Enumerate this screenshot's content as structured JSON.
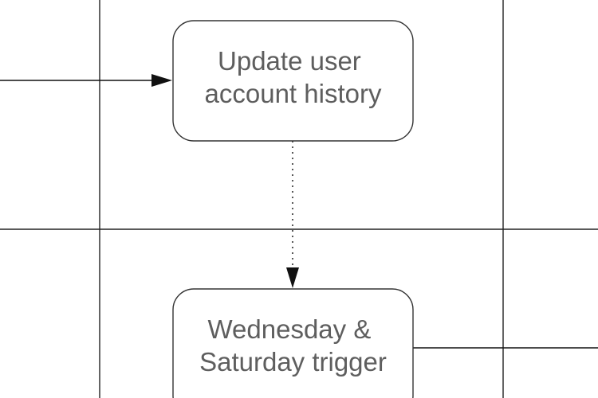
{
  "diagram": {
    "nodes": [
      {
        "id": "update",
        "lines": [
          "Update user",
          "account history"
        ]
      },
      {
        "id": "trigger",
        "lines": [
          "Wednesday &",
          "Saturday trigger"
        ]
      }
    ],
    "edges": [
      {
        "from": "offscreen-left",
        "to": "update",
        "style": "solid",
        "arrow": "end"
      },
      {
        "from": "update",
        "to": "trigger",
        "style": "dotted",
        "arrow": "end"
      },
      {
        "from": "trigger",
        "to": "offscreen-right",
        "style": "solid",
        "arrow": "none"
      }
    ],
    "colors": {
      "text": "#5e5e5e",
      "stroke": "#333333",
      "background": "#ffffff"
    }
  }
}
